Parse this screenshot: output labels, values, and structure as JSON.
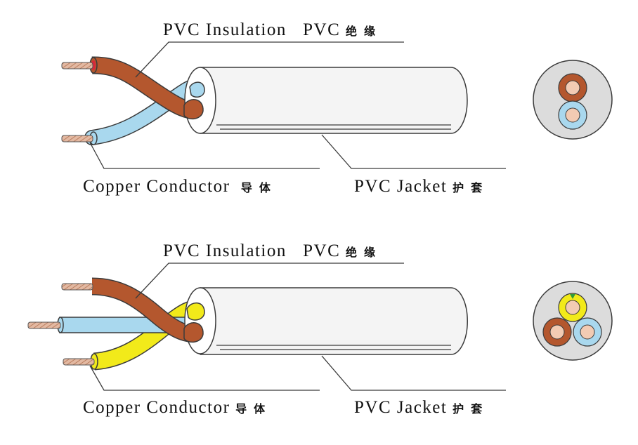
{
  "colors": {
    "brown": "#b4572e",
    "blue": "#a9d8ee",
    "yellow": "#f2ea1a",
    "copper": "#e3b9a2",
    "jacket": "#f4f4f4",
    "jacket_cross_section": "#dcdcdc",
    "green_stripe": "#2f9b3a"
  },
  "diagram1": {
    "insulation_en": "PVC Insulation",
    "insulation_cn_prefix": "PVC",
    "insulation_cn": "绝缘",
    "conductor_en": "Copper Conductor",
    "conductor_cn": "导体",
    "jacket_en": "PVC Jacket",
    "jacket_cn": "护套"
  },
  "diagram2": {
    "insulation_en": "PVC Insulation",
    "insulation_cn_prefix": "PVC",
    "insulation_cn": "绝缘",
    "conductor_en": "Copper Conductor",
    "conductor_cn": "导体",
    "jacket_en": "PVC Jacket",
    "jacket_cn": "护套"
  }
}
